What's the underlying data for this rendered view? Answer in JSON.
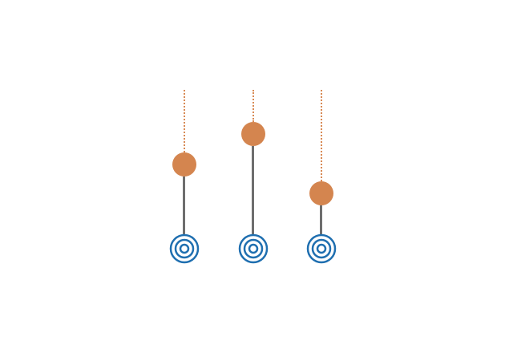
{
  "colors": {
    "knob": "#d4854f",
    "dotted_track": "#d88a55",
    "solid_track": "#6e6e6e",
    "target_ring": "#1f6fb0"
  },
  "sliders": [
    {
      "name": "slider-1",
      "level": 0.53,
      "icon": "target-icon"
    },
    {
      "name": "slider-2",
      "level": 0.72,
      "icon": "target-icon"
    },
    {
      "name": "slider-3",
      "level": 0.35,
      "icon": "target-icon"
    }
  ]
}
